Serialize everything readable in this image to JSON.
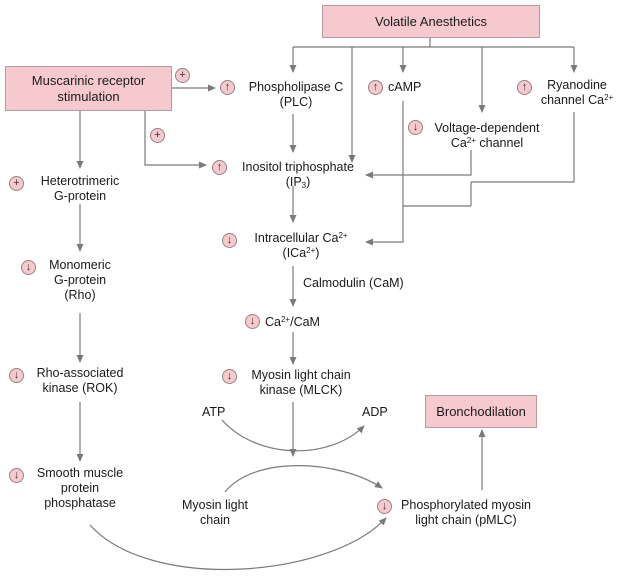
{
  "nodes": {
    "anesthetics": "Volatile Anesthetics",
    "muscarinic_1": "Muscarinic receptor",
    "muscarinic_2": "stimulation",
    "bronchodilation": "Bronchodilation",
    "plc_1": "Phospholipase C",
    "plc_2": "(PLC)",
    "camp": "cAMP",
    "ryanodine_1": "Ryanodine",
    "ryanodine_2": "channel Ca",
    "ryanodine_sup": "2+",
    "vdcc_1": "Voltage-dependent",
    "vdcc_2a": "Ca",
    "vdcc_sup": "2+",
    "vdcc_2b": " channel",
    "ip3_1": "Inositol triphosphate",
    "ip3_2a": "(IP",
    "ip3_sub": "3",
    "ip3_2b": ")",
    "ica_1a": "Intracellular Ca",
    "ica_sup1": "2+",
    "ica_2a": "(ICa",
    "ica_sup2": "2+",
    "ica_2b": ")",
    "calmodulin": "Calmodulin (CaM)",
    "cacam_a": "Ca",
    "cacam_sup": "2+",
    "cacam_b": "/CaM",
    "mlck_1": "Myosin light chain",
    "mlck_2": "kinase (MLCK)",
    "atp": "ATP",
    "adp": "ADP",
    "myosin_1": "Myosin light",
    "myosin_2": "chain",
    "pmlc_1": "Phosphorylated myosin",
    "pmlc_2": "light chain (pMLC)",
    "gprot_1": "Heterotrimeric",
    "gprot_2": "G-protein",
    "rho_1": "Monomeric",
    "rho_2": "G-protein",
    "rho_3": "(Rho)",
    "rok_1": "Rho-associated",
    "rok_2": "kinase (ROK)",
    "smpp_1": "Smooth muscle",
    "smpp_2": "protein",
    "smpp_3": "phosphatase"
  },
  "effect_icons": {
    "plus": "+",
    "up": "↑",
    "down": "↓"
  },
  "colors": {
    "box_fill": "#f6c9cf",
    "arrow": "#7a7a7a"
  }
}
